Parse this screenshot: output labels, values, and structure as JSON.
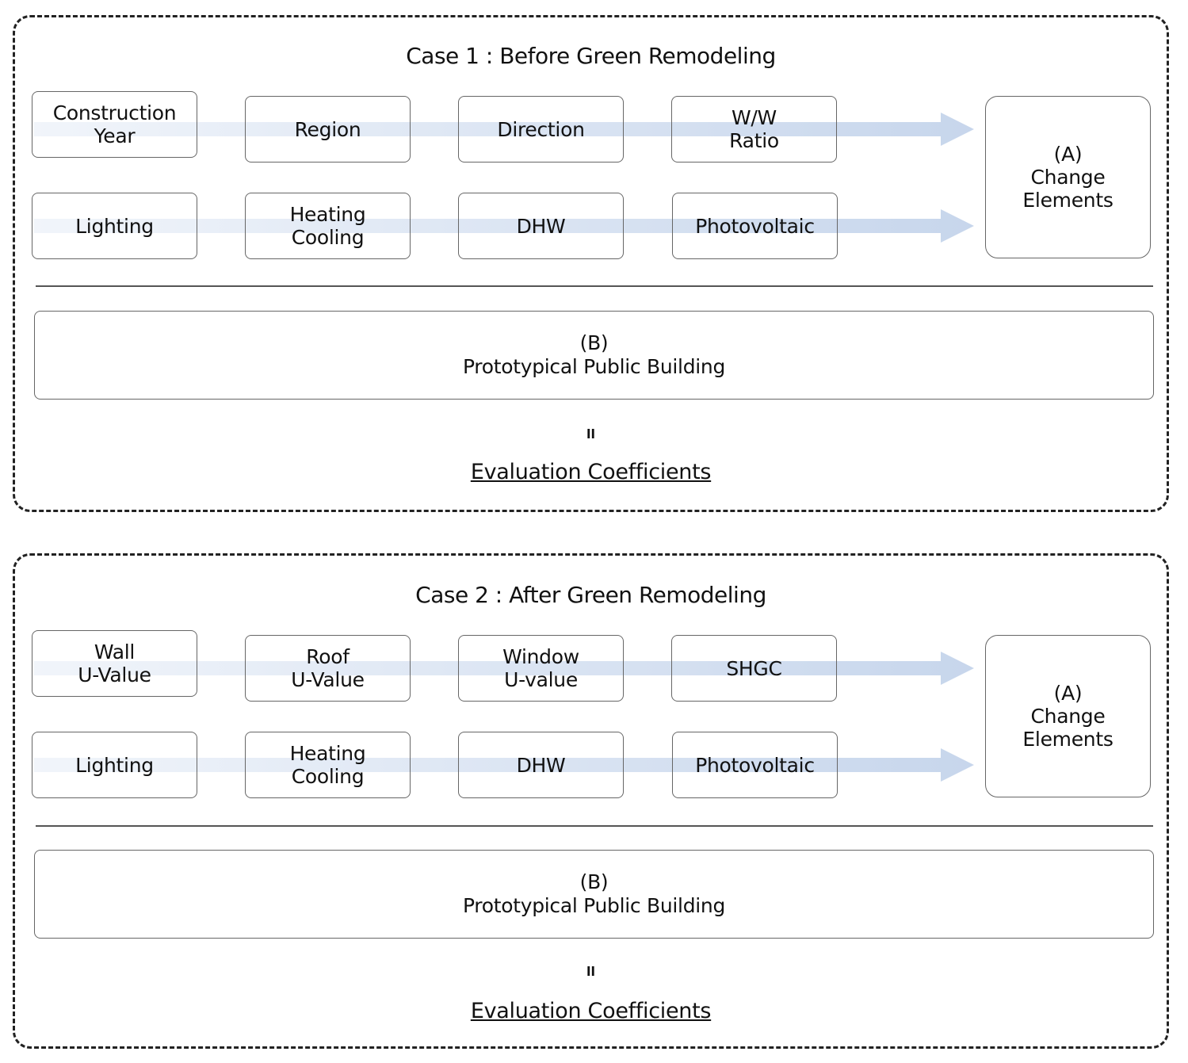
{
  "case1": {
    "title": "Case 1 : Before Green Remodeling",
    "row1": [
      "Construction\nYear",
      "Region",
      "Direction",
      "W/W\nRatio"
    ],
    "row2": [
      "Lighting",
      "Heating\nCooling",
      "DHW",
      "Photovoltaic"
    ],
    "change_label": "(A)\nChange\nElements",
    "building_tag": "(B)",
    "building_label": "Prototypical Public Building",
    "equals": "ll",
    "coefficients": "Evaluation Coefficients"
  },
  "case2": {
    "title": "Case 2  : After Green Remodeling",
    "row1": [
      "Wall\nU-Value",
      "Roof\nU-Value",
      "Window\nU-value",
      "SHGC"
    ],
    "row2": [
      "Lighting",
      "Heating\nCooling",
      "DHW",
      "Photovoltaic"
    ],
    "change_label": "(A)\nChange\nElements",
    "building_tag": "(B)",
    "building_label": "Prototypical Public Building",
    "equals": "ll",
    "coefficients": "Evaluation Coefficients"
  },
  "colors": {
    "arrow": "#c7d6ec",
    "border": "#666666",
    "dashed": "#222222"
  }
}
